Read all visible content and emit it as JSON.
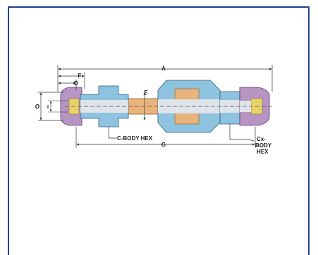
{
  "labels": {
    "a": "A",
    "d": "D",
    "e": "E",
    "f": "F",
    "g": "G",
    "o": "O",
    "i": "I",
    "c_body_hex": "C-BODY HEX",
    "cx_body_hex_1": "Cx-",
    "cx_body_hex_2": "BODY",
    "cx_body_hex_3": "HEX"
  },
  "colors": {
    "frame": "#1f3f8f",
    "body_hex": "#8ec3e0",
    "nut": "#b795c3",
    "tube": "#dfe3ea",
    "ferrule": "#e8d36a",
    "reducer": "#e9b37c",
    "line": "#333333"
  }
}
